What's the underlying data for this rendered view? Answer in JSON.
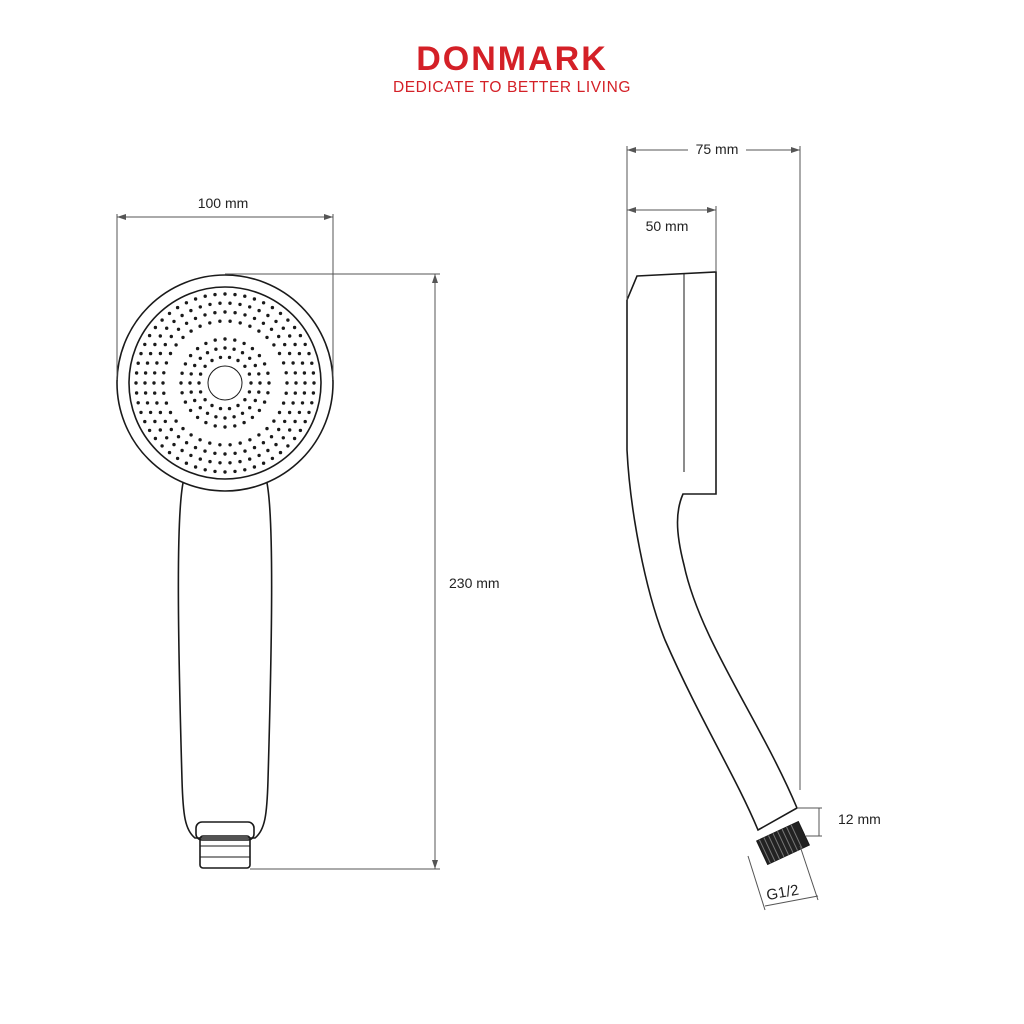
{
  "brand": {
    "name": "DONMARK",
    "tagline": "DEDICATE TO BETTER LIVING",
    "color": "#d42027"
  },
  "dimensions": {
    "head_diameter": "100 mm",
    "total_length": "230 mm",
    "side_depth_total": "75 mm",
    "side_depth_head": "50 mm",
    "thread_length": "12 mm",
    "thread_size": "G1/2"
  },
  "colors": {
    "line": "#1a1a1a",
    "dimension_line": "#555555",
    "thread_fill": "#222222"
  }
}
